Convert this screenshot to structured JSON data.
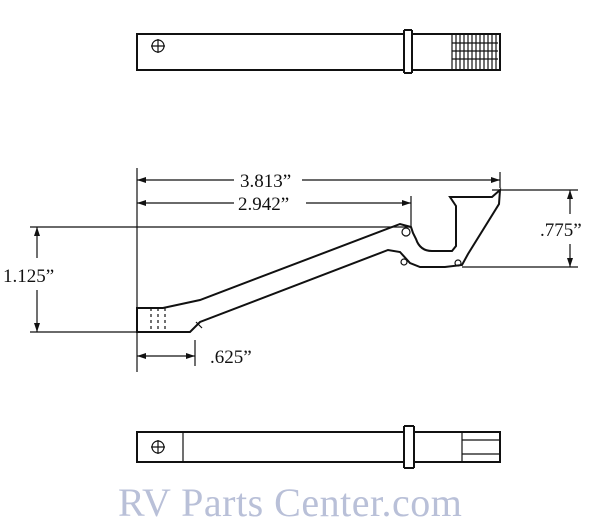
{
  "dimensions": {
    "overall_length": "3.813”",
    "pivot_length": "2.942”",
    "height": "1.125”",
    "tab_height": ".775”",
    "tip_length": ".625”"
  },
  "watermark": "RV Parts Center.com"
}
